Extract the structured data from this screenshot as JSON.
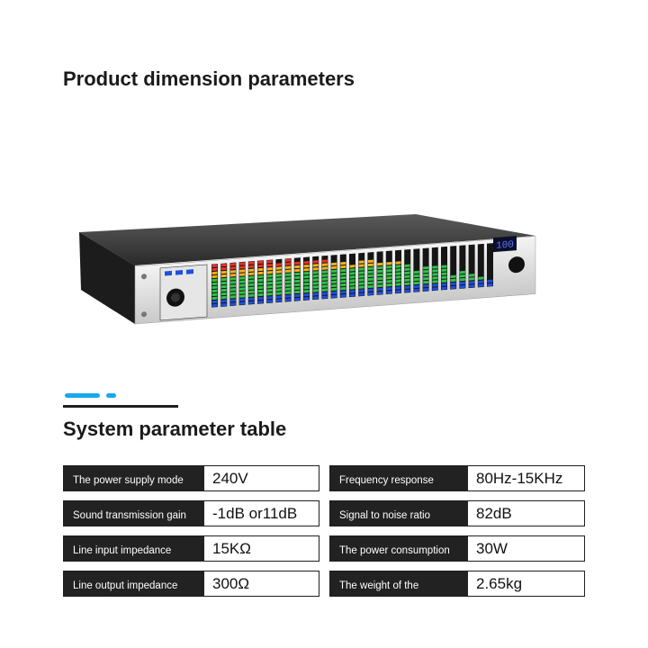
{
  "product_title": "Product dimension parameters",
  "device": {
    "display_value": "100",
    "colors": {
      "red": "#e8322a",
      "yellow": "#f2b21c",
      "green": "#2fc24a",
      "blue": "#1f4fe0",
      "display": "#3a5cff"
    },
    "bar_levels": [
      1,
      1,
      1,
      1,
      1,
      1,
      1,
      0.95,
      1,
      0.95,
      0.95,
      0.9,
      0.88,
      0.85,
      0.85,
      0.78,
      0.8,
      0.82,
      0.76,
      0.72,
      0.72,
      0.65,
      0.5,
      0.55,
      0.55,
      0.6,
      0.35,
      0.4,
      0.35,
      0.25,
      0.2
    ]
  },
  "system_title": "System parameter table",
  "table": {
    "left": [
      {
        "label": "The power supply mode",
        "value": "240V"
      },
      {
        "label": "Sound transmission gain",
        "value": "-1dB or11dB"
      },
      {
        "label": "Line input impedance",
        "value": "15KΩ"
      },
      {
        "label": "Line output impedance",
        "value": "300Ω"
      }
    ],
    "right": [
      {
        "label": "Frequency response",
        "value": "80Hz-15KHz"
      },
      {
        "label": "Signal to noise ratio",
        "value": "82dB"
      },
      {
        "label": "The power consumption",
        "value": "30W"
      },
      {
        "label": "The weight of the",
        "value": "2.65kg"
      }
    ]
  }
}
